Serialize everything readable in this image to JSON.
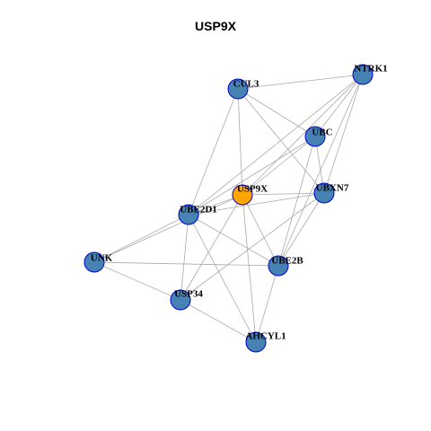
{
  "title": "USP9X",
  "colors": {
    "node_fill": "#4682B4",
    "node_stroke": "#0000CD",
    "focus_fill": "#FFA500",
    "edge": "#AAAAAA"
  },
  "nodes": [
    {
      "id": "USP9X",
      "label": "USP9X",
      "focus": true
    },
    {
      "id": "CUL3",
      "label": "CUL3"
    },
    {
      "id": "NTRK1",
      "label": "NTRK1"
    },
    {
      "id": "UBC",
      "label": "UBC"
    },
    {
      "id": "UBXN7",
      "label": "UBXN7"
    },
    {
      "id": "UBE2D1",
      "label": "UBE2D1"
    },
    {
      "id": "UNK",
      "label": "UNK"
    },
    {
      "id": "UBE2B",
      "label": "UBE2B"
    },
    {
      "id": "USP34",
      "label": "USP34"
    },
    {
      "id": "AHCYL1",
      "label": "AHCYL1"
    }
  ],
  "edges": [
    [
      "CUL3",
      "NTRK1"
    ],
    [
      "CUL3",
      "UBC"
    ],
    [
      "CUL3",
      "UBXN7"
    ],
    [
      "CUL3",
      "USP9X"
    ],
    [
      "CUL3",
      "UBE2D1"
    ],
    [
      "NTRK1",
      "UBC"
    ],
    [
      "NTRK1",
      "UBXN7"
    ],
    [
      "NTRK1",
      "USP9X"
    ],
    [
      "NTRK1",
      "UBE2D1"
    ],
    [
      "NTRK1",
      "UBE2B"
    ],
    [
      "UBC",
      "UBXN7"
    ],
    [
      "UBC",
      "USP9X"
    ],
    [
      "UBC",
      "UBE2D1"
    ],
    [
      "UBC",
      "UBE2B"
    ],
    [
      "UBXN7",
      "USP9X"
    ],
    [
      "UBXN7",
      "UBE2D1"
    ],
    [
      "UBXN7",
      "UBE2B"
    ],
    [
      "UBXN7",
      "USP34"
    ],
    [
      "USP9X",
      "UBE2D1"
    ],
    [
      "USP9X",
      "UBE2B"
    ],
    [
      "USP9X",
      "USP34"
    ],
    [
      "USP9X",
      "AHCYL1"
    ],
    [
      "USP9X",
      "UNK"
    ],
    [
      "UBE2D1",
      "UNK"
    ],
    [
      "UBE2D1",
      "USP34"
    ],
    [
      "UBE2D1",
      "UBE2B"
    ],
    [
      "UBE2D1",
      "AHCYL1"
    ],
    [
      "UNK",
      "UBE2B"
    ],
    [
      "UNK",
      "USP34"
    ],
    [
      "UBE2B",
      "AHCYL1"
    ],
    [
      "USP34",
      "AHCYL1"
    ]
  ]
}
